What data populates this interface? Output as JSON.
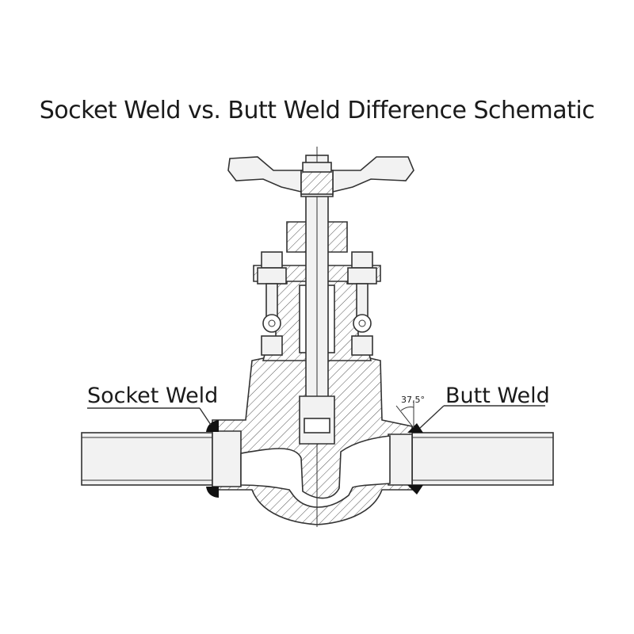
{
  "title": "Socket Weld vs. Butt Weld Difference Schematic",
  "labels": {
    "socket_weld": "Socket Weld",
    "butt_weld": "Butt Weld",
    "angle": "37.5°"
  },
  "colors": {
    "line": "#333333",
    "weld": "#111111",
    "fill": "#f2f2f2",
    "background": "#ffffff"
  }
}
